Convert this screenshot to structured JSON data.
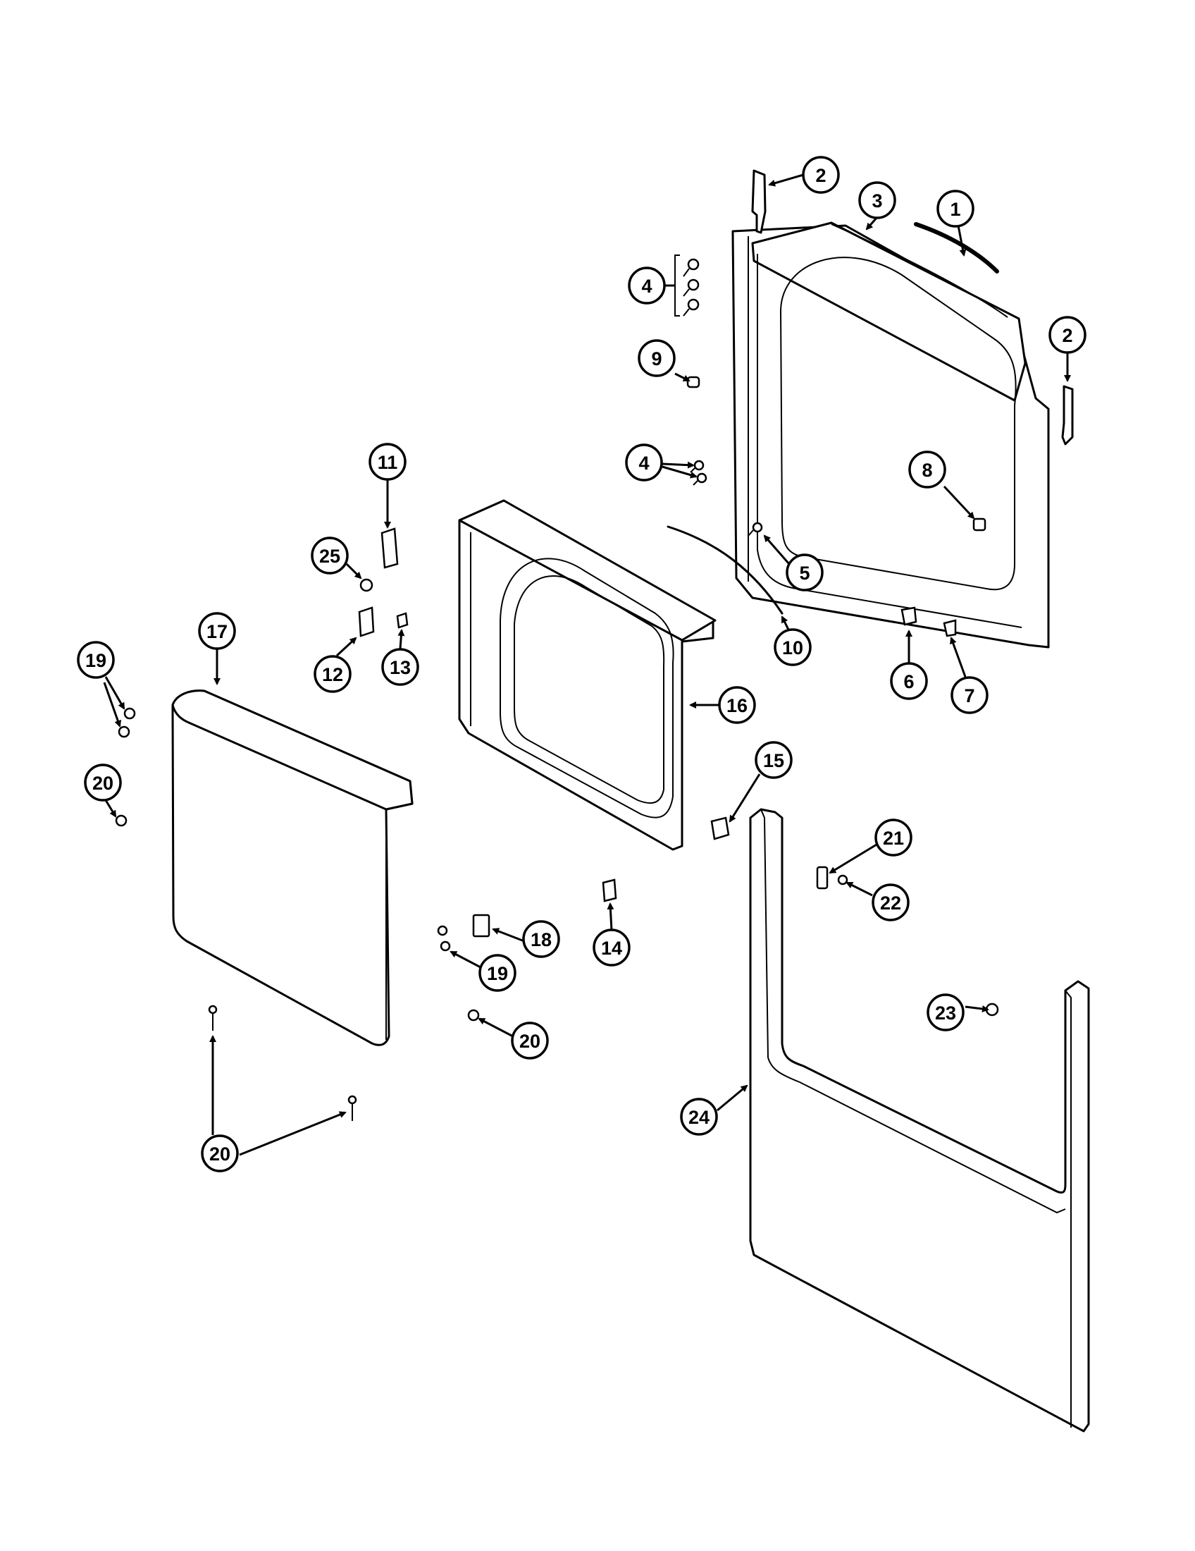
{
  "diagram": {
    "callouts": [
      "1",
      "2",
      "2",
      "3",
      "4",
      "4",
      "5",
      "6",
      "7",
      "8",
      "9",
      "10",
      "11",
      "12",
      "13",
      "14",
      "15",
      "16",
      "17",
      "18",
      "19",
      "19",
      "20",
      "20",
      "20",
      "21",
      "22",
      "23",
      "24",
      "25"
    ]
  }
}
